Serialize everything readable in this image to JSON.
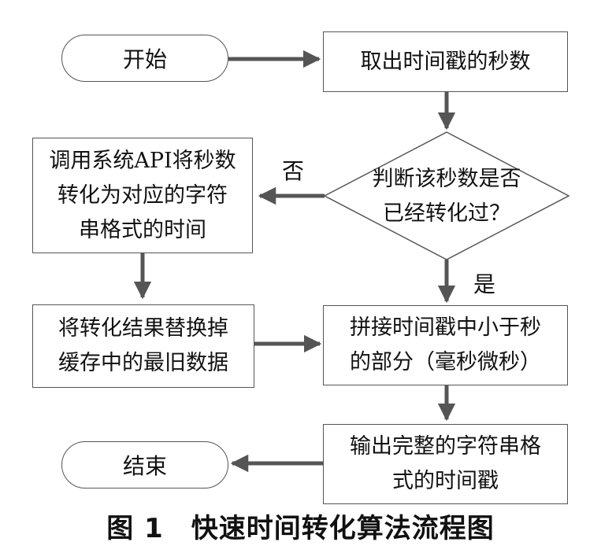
{
  "nodes": {
    "start": "开始",
    "get_seconds": "取出时间戳的秒数",
    "check_converted": [
      "判断该秒数是否",
      "已经转化过？"
    ],
    "call_api": [
      "调用系统API将秒数",
      "转化为对应的字符",
      "串格式的时间"
    ],
    "replace_cache": [
      "将转化结果替换掉",
      "缓存中的最旧数据"
    ],
    "concat_subsecond": [
      "拼接时间戳中小于秒",
      "的部分（毫秒微秒）"
    ],
    "output_timestamp": [
      "输出完整的字符串格",
      "式的时间戳"
    ],
    "end": "结束"
  },
  "edge_labels": {
    "no": "否",
    "yes": "是"
  },
  "caption": "图 1　快速时间转化算法流程图"
}
